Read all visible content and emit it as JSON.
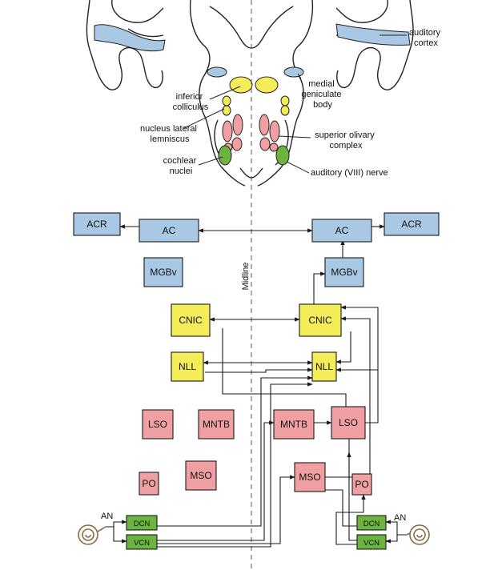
{
  "labels": {
    "auditory_cortex": [
      "auditory",
      "cortex"
    ],
    "medial_geniculate": [
      "medial",
      "geniculate",
      "body"
    ],
    "inferior_colliculus": [
      "inferior",
      "colliculus"
    ],
    "nucleus_lateral_lemniscus": [
      "nucleus lateral",
      "lemniscus"
    ],
    "superior_olivary": [
      "superior olivary",
      "complex"
    ],
    "cochlear_nuclei": [
      "cochlear",
      "nuclei"
    ],
    "auditory_nerve": "auditory (VIII) nerve",
    "midline": "Midline",
    "an_left": "AN",
    "an_right": "AN"
  },
  "boxes": {
    "acr_left": "ACR",
    "ac_left": "AC",
    "ac_right": "AC",
    "acr_right": "ACR",
    "mgbv_left": "MGBv",
    "mgbv_right": "MGBv",
    "cnic_left": "CNIC",
    "cnic_right": "CNIC",
    "nll_left": "NLL",
    "nll_right": "NLL",
    "lso_left": "LSO",
    "mntb_left": "MNTB",
    "mntb_right": "MNTB",
    "lso_right": "LSO",
    "po_left": "PO",
    "mso_left": "MSO",
    "mso_right": "MSO",
    "po_right": "PO",
    "dcn_left": "DCN",
    "vcn_left": "VCN",
    "dcn_right": "DCN",
    "vcn_right": "VCN"
  },
  "colors": {
    "cortex_blue": "#a8c8e4",
    "yellow": "#f5ec5a",
    "pink": "#f0a0a2",
    "green": "#6cb33f",
    "line": "#1a1a1a",
    "cochlea_brown": "#8a6a45"
  }
}
